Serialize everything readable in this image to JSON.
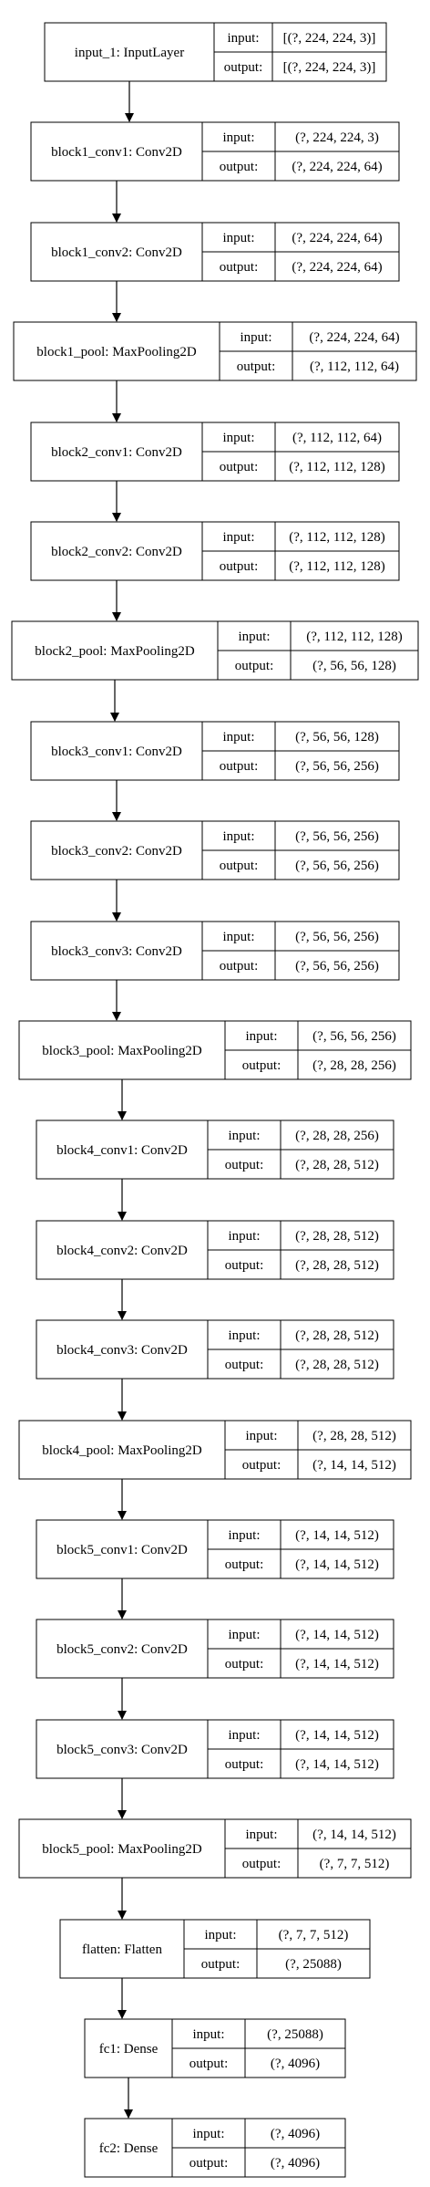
{
  "labels": {
    "input": "input:",
    "output": "output:"
  },
  "layers": [
    {
      "name": "input_1: InputLayer",
      "input": "[(?, 224, 224, 3)]",
      "output": "[(?, 224, 224, 3)]"
    },
    {
      "name": "block1_conv1: Conv2D",
      "input": "(?, 224, 224, 3)",
      "output": "(?, 224, 224, 64)"
    },
    {
      "name": "block1_conv2: Conv2D",
      "input": "(?, 224, 224, 64)",
      "output": "(?, 224, 224, 64)"
    },
    {
      "name": "block1_pool: MaxPooling2D",
      "input": "(?, 224, 224, 64)",
      "output": "(?, 112, 112, 64)"
    },
    {
      "name": "block2_conv1: Conv2D",
      "input": "(?, 112, 112, 64)",
      "output": "(?, 112, 112, 128)"
    },
    {
      "name": "block2_conv2: Conv2D",
      "input": "(?, 112, 112, 128)",
      "output": "(?, 112, 112, 128)"
    },
    {
      "name": "block2_pool: MaxPooling2D",
      "input": "(?, 112, 112, 128)",
      "output": "(?, 56, 56, 128)"
    },
    {
      "name": "block3_conv1: Conv2D",
      "input": "(?, 56, 56, 128)",
      "output": "(?, 56, 56, 256)"
    },
    {
      "name": "block3_conv2: Conv2D",
      "input": "(?, 56, 56, 256)",
      "output": "(?, 56, 56, 256)"
    },
    {
      "name": "block3_conv3: Conv2D",
      "input": "(?, 56, 56, 256)",
      "output": "(?, 56, 56, 256)"
    },
    {
      "name": "block3_pool: MaxPooling2D",
      "input": "(?, 56, 56, 256)",
      "output": "(?, 28, 28, 256)"
    },
    {
      "name": "block4_conv1: Conv2D",
      "input": "(?, 28, 28, 256)",
      "output": "(?, 28, 28, 512)"
    },
    {
      "name": "block4_conv2: Conv2D",
      "input": "(?, 28, 28, 512)",
      "output": "(?, 28, 28, 512)"
    },
    {
      "name": "block4_conv3: Conv2D",
      "input": "(?, 28, 28, 512)",
      "output": "(?, 28, 28, 512)"
    },
    {
      "name": "block4_pool: MaxPooling2D",
      "input": "(?, 28, 28, 512)",
      "output": "(?, 14, 14, 512)"
    },
    {
      "name": "block5_conv1: Conv2D",
      "input": "(?, 14, 14, 512)",
      "output": "(?, 14, 14, 512)"
    },
    {
      "name": "block5_conv2: Conv2D",
      "input": "(?, 14, 14, 512)",
      "output": "(?, 14, 14, 512)"
    },
    {
      "name": "block5_conv3: Conv2D",
      "input": "(?, 14, 14, 512)",
      "output": "(?, 14, 14, 512)"
    },
    {
      "name": "block5_pool: MaxPooling2D",
      "input": "(?, 14, 14, 512)",
      "output": "(?, 7, 7, 512)"
    },
    {
      "name": "flatten: Flatten",
      "input": "(?, 7, 7, 512)",
      "output": "(?, 25088)"
    },
    {
      "name": "fc1: Dense",
      "input": "(?, 25088)",
      "output": "(?, 4096)"
    },
    {
      "name": "fc2: Dense",
      "input": "(?, 4096)",
      "output": "(?, 4096)"
    }
  ]
}
